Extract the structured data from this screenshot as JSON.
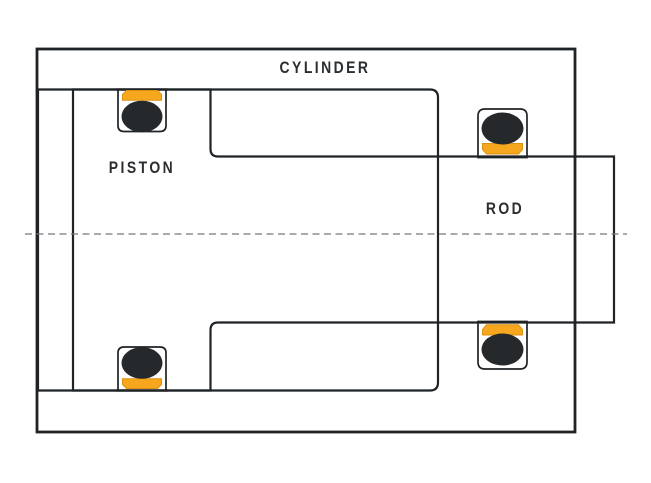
{
  "page": {
    "background": "#ffffff"
  },
  "diagram": {
    "type": "hydraulic-cylinder-cross-section",
    "labels": {
      "cylinder": "CYLINDER",
      "piston": "PISTON",
      "rod": "ROD"
    },
    "colors": {
      "outline": "#1f2326",
      "body_light": "#f0f0f1",
      "body_dark": "#bfc1c4",
      "piston_light": "#f3f5f6",
      "piston_dark": "#e5e8ea",
      "chamber_white": "#ffffff",
      "oring_black": "#26292c",
      "backup_ring_orange": "#f6a71e",
      "backup_ring_edge": "#dd9110",
      "centerline_gray": "#75787a",
      "label_text": "#2b2e31"
    }
  }
}
